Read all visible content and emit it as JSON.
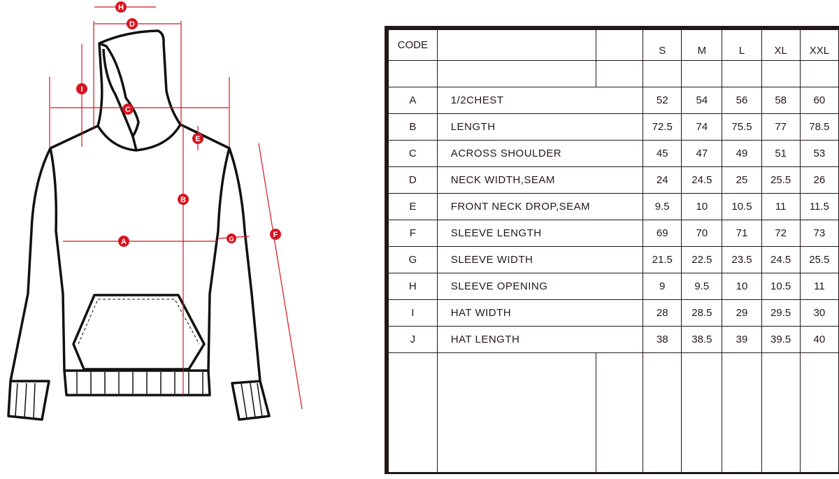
{
  "diagram": {
    "markers": [
      "A",
      "B",
      "C",
      "D",
      "E",
      "F",
      "G",
      "H",
      "I"
    ],
    "accent_color": "#d7141f"
  },
  "table": {
    "code_header": "CODE",
    "sizes": [
      "S",
      "M",
      "L",
      "XL",
      "XXL"
    ],
    "rows": [
      {
        "code": "A",
        "name": "1/2CHEST",
        "values": [
          "52",
          "54",
          "56",
          "58",
          "60"
        ]
      },
      {
        "code": "B",
        "name": "LENGTH",
        "values": [
          "72.5",
          "74",
          "75.5",
          "77",
          "78.5"
        ]
      },
      {
        "code": "C",
        "name": "ACROSS SHOULDER",
        "values": [
          "45",
          "47",
          "49",
          "51",
          "53"
        ]
      },
      {
        "code": "D",
        "name": "NECK WIDTH,SEAM",
        "values": [
          "24",
          "24.5",
          "25",
          "25.5",
          "26"
        ]
      },
      {
        "code": "E",
        "name": "FRONT NECK DROP,SEAM",
        "values": [
          "9.5",
          "10",
          "10.5",
          "11",
          "11.5"
        ]
      },
      {
        "code": "F",
        "name": "SLEEVE LENGTH",
        "values": [
          "69",
          "70",
          "71",
          "72",
          "73"
        ]
      },
      {
        "code": "G",
        "name": "SLEEVE WIDTH",
        "values": [
          "21.5",
          "22.5",
          "23.5",
          "24.5",
          "25.5"
        ]
      },
      {
        "code": "H",
        "name": "SLEEVE OPENING",
        "values": [
          "9",
          "9.5",
          "10",
          "10.5",
          "11"
        ]
      },
      {
        "code": "I",
        "name": "HAT  WIDTH",
        "values": [
          "28",
          "28.5",
          "29",
          "29.5",
          "30"
        ]
      },
      {
        "code": "J",
        "name": "HAT  LENGTH",
        "values": [
          "38",
          "38.5",
          "39",
          "39.5",
          "40"
        ]
      }
    ]
  }
}
